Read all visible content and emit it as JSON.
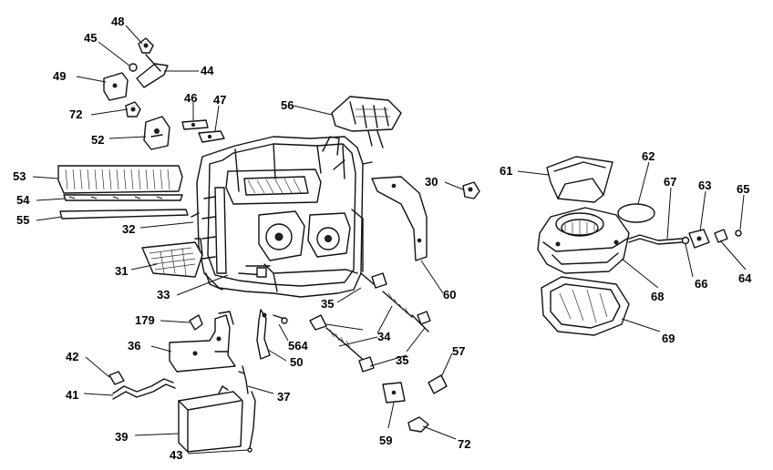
{
  "callouts": [
    {
      "id": "c48",
      "label": "48"
    },
    {
      "id": "c45",
      "label": "45"
    },
    {
      "id": "c49",
      "label": "49"
    },
    {
      "id": "c44",
      "label": "44"
    },
    {
      "id": "c46",
      "label": "46"
    },
    {
      "id": "c47",
      "label": "47"
    },
    {
      "id": "c72a",
      "label": "72"
    },
    {
      "id": "c52",
      "label": "52"
    },
    {
      "id": "c53",
      "label": "53"
    },
    {
      "id": "c54",
      "label": "54"
    },
    {
      "id": "c55",
      "label": "55"
    },
    {
      "id": "c32",
      "label": "32"
    },
    {
      "id": "c31",
      "label": "31"
    },
    {
      "id": "c33",
      "label": "33"
    },
    {
      "id": "c56",
      "label": "56"
    },
    {
      "id": "c30",
      "label": "30"
    },
    {
      "id": "c60",
      "label": "60"
    },
    {
      "id": "c35a",
      "label": "35"
    },
    {
      "id": "c34",
      "label": "34"
    },
    {
      "id": "c35b",
      "label": "35"
    },
    {
      "id": "c564",
      "label": "564"
    },
    {
      "id": "c50",
      "label": "50"
    },
    {
      "id": "c179",
      "label": "179"
    },
    {
      "id": "c36",
      "label": "36"
    },
    {
      "id": "c42",
      "label": "42"
    },
    {
      "id": "c41",
      "label": "41"
    },
    {
      "id": "c37",
      "label": "37"
    },
    {
      "id": "c39",
      "label": "39"
    },
    {
      "id": "c43",
      "label": "43"
    },
    {
      "id": "c57",
      "label": "57"
    },
    {
      "id": "c59",
      "label": "59"
    },
    {
      "id": "c72b",
      "label": "72"
    },
    {
      "id": "c61",
      "label": "61"
    },
    {
      "id": "c62",
      "label": "62"
    },
    {
      "id": "c67",
      "label": "67"
    },
    {
      "id": "c63",
      "label": "63"
    },
    {
      "id": "c65",
      "label": "65"
    },
    {
      "id": "c68",
      "label": "68"
    },
    {
      "id": "c66",
      "label": "66"
    },
    {
      "id": "c64",
      "label": "64"
    },
    {
      "id": "c69",
      "label": "69"
    }
  ]
}
